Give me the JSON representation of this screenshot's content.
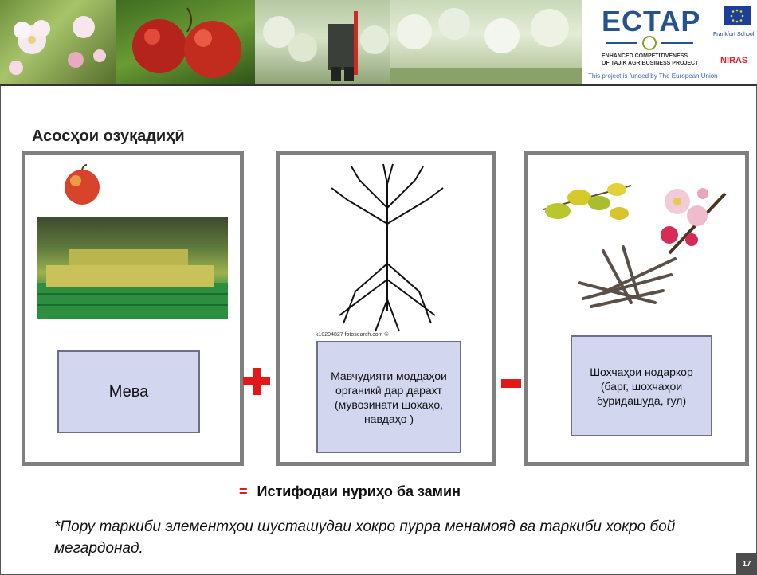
{
  "header": {
    "logo_text": "ECTAP",
    "logo_subtitle": "ENHANCED COMPETITIVENESS\nOF TAJIK AGRIBUSINESS PROJECT",
    "funded_text": "This project is funded by The European Union",
    "frankfurt_text": "Frankfurt School",
    "niras_text": "NIRAS"
  },
  "title": "Асосҳои озуқадиҳӣ",
  "panels": [
    {
      "label": "Мева"
    },
    {
      "label": "Мавчудияти моддаҳои органикӣ дар дарахт (мувозинати шохаҳо, навдаҳо )",
      "caption": "k10204827 fotosearch.com ©"
    },
    {
      "label": "Шохчаҳои нодаркор (барг, шохчаҳои буридашуда, гул)"
    }
  ],
  "operators": {
    "plus": "+",
    "minus": "-"
  },
  "result": {
    "eq": "=",
    "text": "Истифодаи нуриҳо ба замин"
  },
  "note": "*Пору таркиби элементҳои шусташудаи хокро пурра менамояд ва таркиби хокро бой мегардонад.",
  "page_number": "17",
  "colors": {
    "accent_red": "#e31818",
    "box_fill": "#d2d7ef",
    "panel_border": "#7f7f7f",
    "logo_blue": "#27538c"
  }
}
